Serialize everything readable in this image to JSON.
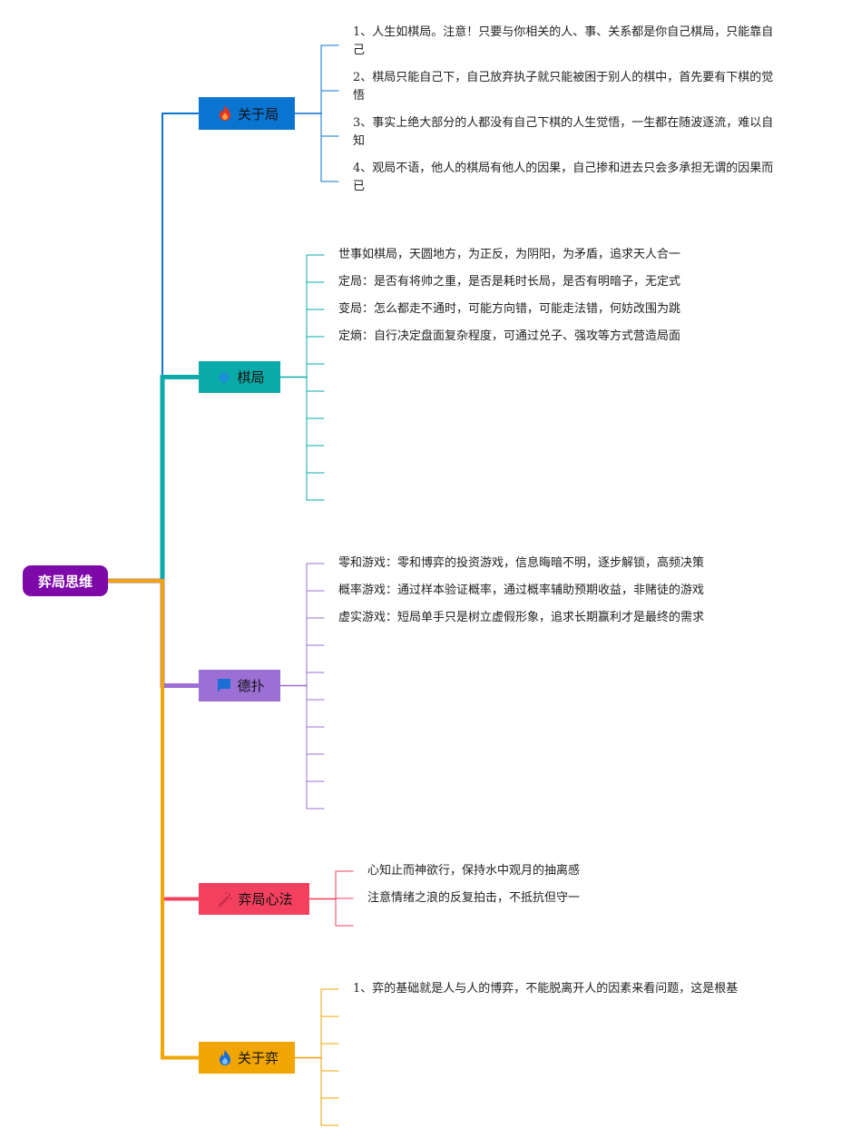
{
  "root": {
    "label": "弈局思维",
    "color": "#7d0aa8"
  },
  "branches": [
    {
      "key": "guanyuju",
      "label": "关于局",
      "icon": "fire-icon",
      "color": "#0a74d1",
      "items": [
        "1、人生如棋局。注意！只要与你相关的人、事、关系都是你自己棋局，只能靠自",
        "己",
        "2、棋局只能自己下，自己放弃执子就只能被困于别人的棋中，首先要有下棋的觉",
        "悟",
        "3、事实上绝大部分的人都没有自己下棋的人生觉悟，一生都在随波逐流，难以自",
        "知",
        "4、观局不语，他人的棋局有他人的因果，自己掺和进去只会多承担无谓的因果而",
        "已"
      ]
    },
    {
      "key": "qiju",
      "label": "棋局",
      "icon": "diamond-icon",
      "color": "#0aaaa8",
      "items": [
        "世事如棋局，天圆地方，为正反，为阴阳，为矛盾，追求天人合一",
        "定局：是否有将帅之重，是否是耗时长局，是否有明暗子，无定式",
        "变局：怎么都走不通时，可能方向错，可能走法错，何妨改围为跳",
        "定熵：自行决定盘面复杂程度，可通过兑子、强攻等方式营造局面"
      ]
    },
    {
      "key": "depu",
      "label": "德扑",
      "icon": "flag-icon",
      "color": "#9b6fd4",
      "items": [
        "零和游戏：零和博弈的投资游戏，信息晦暗不明，逐步解锁，高频决策",
        "概率游戏：通过样本验证概率，通过概率辅助预期收益，非赌徒的游戏",
        "虚实游戏：短局单手只是树立虚假形象，追求长期赢利才是最终的需求"
      ]
    },
    {
      "key": "xinfa",
      "label": "弈局心法",
      "icon": "magic-wand-icon",
      "color": "#f2405e",
      "items": [
        "心知止而神欲行，保持水中观月的抽离感",
        "注意情绪之浪的反复拍击，不抵抗但守一"
      ]
    },
    {
      "key": "guanyuyi",
      "label": "关于弈",
      "icon": "flame-icon",
      "color": "#f0a500",
      "items": [
        "1、弈的基础就是人与人的博弈，不能脱离开人的因素来看问题，这是根基"
      ]
    }
  ]
}
